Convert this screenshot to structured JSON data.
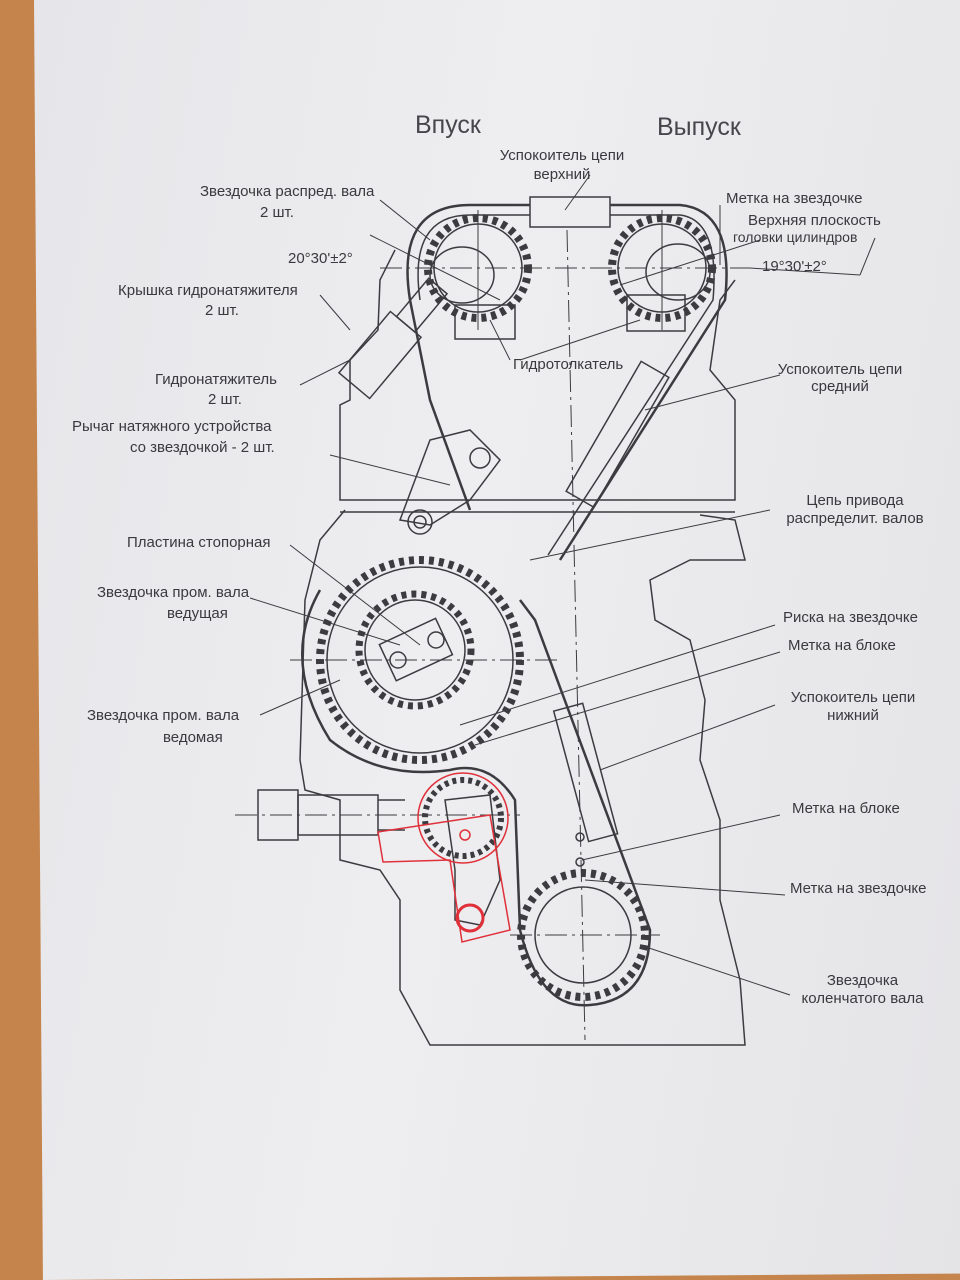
{
  "headers": {
    "intake": "Впуск",
    "exhaust": "Выпуск"
  },
  "labels": {
    "upper_damper": [
      "Успокоитель цепи",
      "верхний"
    ],
    "cam_sprocket": [
      "Звездочка распред. вала",
      "2 шт."
    ],
    "sprocket_mark_top": "Метка на звездочке",
    "head_plane": [
      "Верхняя плоскость",
      "головки цилиндров"
    ],
    "angle_intake": "20°30'±2°",
    "angle_exhaust": "19°30'±2°",
    "tensioner_cap": [
      "Крышка гидронатяжителя",
      "2 шт."
    ],
    "hydro_lifter": "Гидротолкатель",
    "middle_damper": [
      "Успокоитель цепи",
      "средний"
    ],
    "hydro_tensioner": [
      "Гидронатяжитель",
      "2 шт."
    ],
    "tensioner_lever": [
      "Рычаг натяжного устройства",
      "со звездочкой - 2 шт."
    ],
    "cam_chain": [
      "Цепь привода",
      "распределит. валов"
    ],
    "lock_plate": "Пластина стопорная",
    "inter_drive": [
      "Звездочка пром. вала",
      "ведущая"
    ],
    "sprocket_notch": "Риска на звездочке",
    "block_mark_1": "Метка на блоке",
    "lower_damper": [
      "Успокоитель цепи",
      "нижний"
    ],
    "inter_driven": [
      "Звездочка пром. вала",
      "ведомая"
    ],
    "block_mark_2": "Метка на блоке",
    "sprocket_mark_bottom": "Метка на звездочке",
    "crank_sprocket": [
      "Звездочка",
      "коленчатого вала"
    ]
  },
  "colors": {
    "ink": "#3a3a3e",
    "overlay": "#e0303a",
    "paper": "#eeeef0",
    "wood": "#c4844c"
  }
}
